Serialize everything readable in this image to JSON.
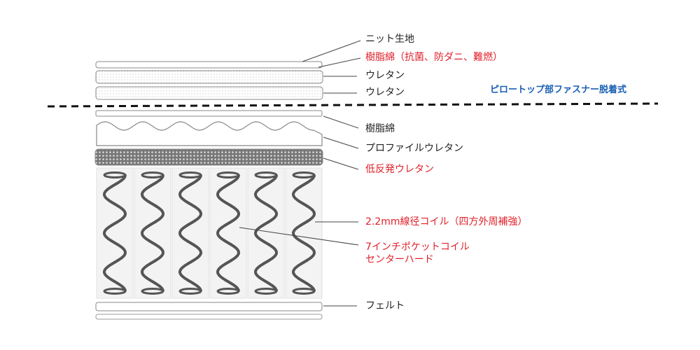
{
  "labels": {
    "knit": "ニット生地",
    "resin_top": "樹脂綿（抗菌、防ダニ、難燃）",
    "urethane1": "ウレタン",
    "urethane2": "ウレタン",
    "pillowtop": "ピロートップ部ファスナー脱着式",
    "resin": "樹脂綿",
    "profile": "プロファイルウレタン",
    "low_rebound": "低反発ウレタン",
    "coil_wire": "2.2mm線径コイル（四方外周補強）",
    "pocket_line1": "7インチポケットコイル",
    "pocket_line2": "センターハード",
    "felt": "フェルト"
  },
  "colors": {
    "red": "#e0202a",
    "blue": "#1a5fb4",
    "line": "#555555"
  },
  "spring_count": 6
}
